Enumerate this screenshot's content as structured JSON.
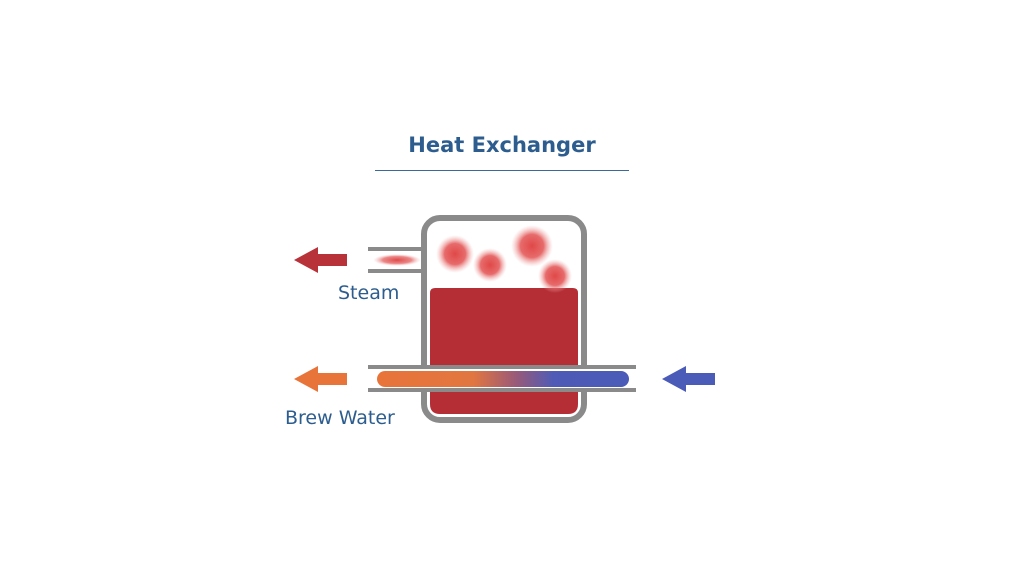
{
  "diagram": {
    "title": "Heat Exchanger",
    "labels": {
      "steam": "Steam",
      "brew_water": "Brew Water"
    },
    "colors": {
      "title_text": "#2d5d8e",
      "vessel_outline": "#8a8a8a",
      "boiler_water": "#b52e36",
      "steam_bubbles": "#e05050",
      "steam_arrow": "#b8323a",
      "hot_water": "#e8743a",
      "cold_water": "#4a5bb8"
    },
    "icons": {
      "steam_out": "arrow-left-icon",
      "brew_out": "arrow-left-icon",
      "cold_in": "arrow-left-icon"
    }
  }
}
